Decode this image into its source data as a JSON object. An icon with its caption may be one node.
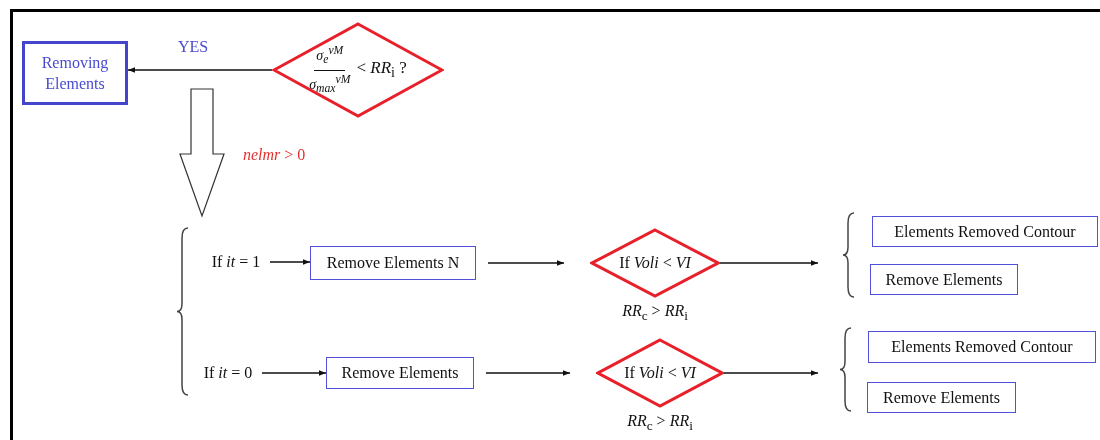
{
  "diagram": {
    "nodes": [
      {
        "text": [
          "Removing Elements"
        ]
      },
      {
        "text": [
          "σ$_{e}$$^{vM}$",
          "σ$_{max}$$^{vM}$",
          "< *RR*$_{i}$ ?"
        ]
      },
      {
        "text": [
          "If *it* = 1"
        ]
      },
      {
        "text": [
          "Remove Elements N"
        ]
      },
      {
        "text": [
          "If *Voli* < *VI*"
        ],
        "beside": [
          "*RR*$_{c}$ > *RR*$_{i}$"
        ]
      },
      {
        "text": [
          "Elements Removed Contour"
        ]
      },
      {
        "text": [
          "Remove Elements"
        ]
      },
      {
        "text": [
          "If *it* = 0"
        ]
      },
      {
        "text": [
          "Remove Elements"
        ]
      },
      {
        "text": [
          "If *Voli* < *VI*"
        ],
        "beside": [
          "*RR*$_{c}$ > *RR*$_{i}$"
        ]
      },
      {
        "text": [
          "Elements Removed Contour"
        ]
      },
      {
        "text": [
          "Remove Elements"
        ]
      }
    ],
    "edges": [
      {
        "from": 1,
        "to": 0,
        "arrow": "to",
        "label": "YES"
      },
      {
        "from": 2,
        "to": 3,
        "arrow": "to"
      },
      {
        "from": 3,
        "to": 4,
        "arrow": "to"
      },
      {
        "from": 4,
        "to": null,
        "arrow": "to"
      },
      {
        "from": 7,
        "to": 8,
        "arrow": "to"
      },
      {
        "from": 8,
        "to": 9,
        "arrow": "to"
      },
      {
        "from": 9,
        "to": null,
        "arrow": "to"
      }
    ],
    "labels": [
      "*nelmr* > 0"
    ]
  }
}
